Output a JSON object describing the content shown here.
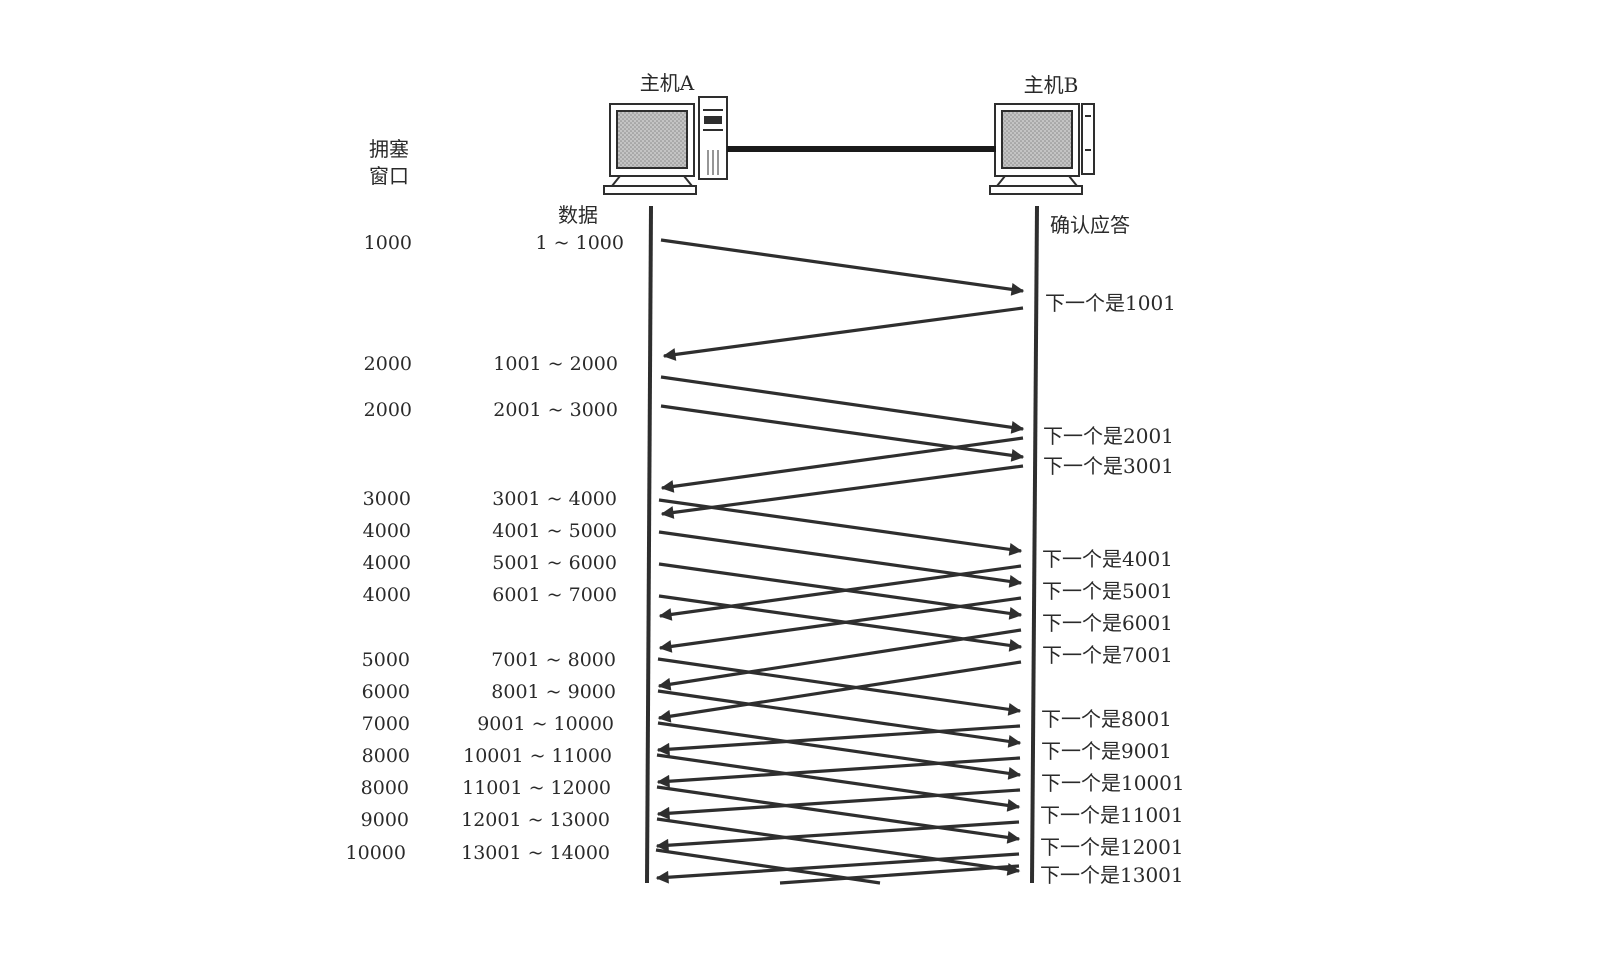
{
  "hosts": {
    "host_a": "主机A",
    "host_b": "主机B"
  },
  "headers": {
    "cwnd_line1": "拥塞",
    "cwnd_line2": "窗口",
    "data": "数据",
    "ack": "确认应答"
  },
  "segments": [
    {
      "cwnd": "1000",
      "range": "1 ~ 1000"
    },
    {
      "cwnd": "2000",
      "range": "1001 ~ 2000"
    },
    {
      "cwnd": "2000",
      "range": "2001 ~ 3000"
    },
    {
      "cwnd": "3000",
      "range": "3001 ~ 4000"
    },
    {
      "cwnd": "4000",
      "range": "4001 ~ 5000"
    },
    {
      "cwnd": "4000",
      "range": "5001 ~ 6000"
    },
    {
      "cwnd": "4000",
      "range": "6001 ~ 7000"
    },
    {
      "cwnd": "5000",
      "range": "7001 ~ 8000"
    },
    {
      "cwnd": "6000",
      "range": "8001 ~ 9000"
    },
    {
      "cwnd": "7000",
      "range": "9001 ~ 10000"
    },
    {
      "cwnd": "8000",
      "range": "10001 ~ 11000"
    },
    {
      "cwnd": "8000",
      "range": "11001 ~ 12000"
    },
    {
      "cwnd": "9000",
      "range": "12001 ~ 13000"
    },
    {
      "cwnd": "10000",
      "range": "13001 ~ 14000"
    }
  ],
  "acks": [
    "下一个是1001",
    "下一个是2001",
    "下一个是3001",
    "下一个是4001",
    "下一个是5001",
    "下一个是6001",
    "下一个是7001",
    "下一个是8001",
    "下一个是9001",
    "下一个是10001",
    "下一个是11001",
    "下一个是12001",
    "下一个是13001"
  ],
  "icons": {
    "host_a": "desktop-computer-tower-icon",
    "host_b": "desktop-computer-icon"
  },
  "colors": {
    "ink": "#2e2e2e",
    "screen": "#b8b8b8",
    "background": "#ffffff"
  }
}
